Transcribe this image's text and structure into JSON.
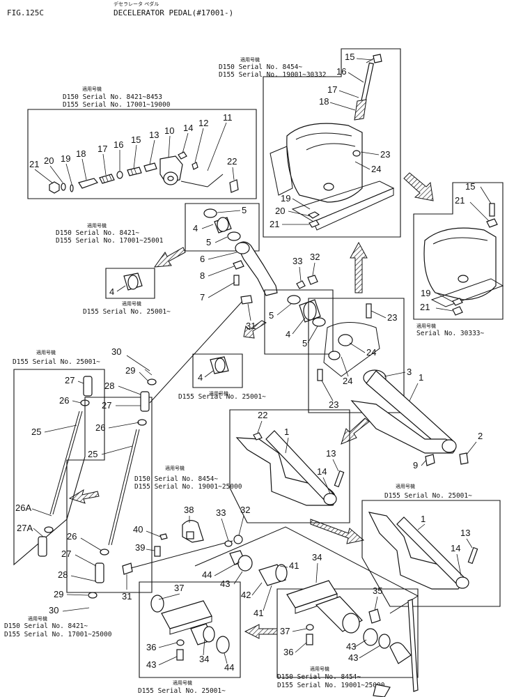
{
  "header": {
    "figure_id": "FIG.125C",
    "title_jp": "デセラレータ ペダル",
    "title": "DECELERATOR PEDAL(#17001-)"
  },
  "notes": {
    "jp_applicable": "適用号機",
    "top_center": [
      "D150  Serial No. 8454~",
      "D155  Serial No. 19001~30332"
    ],
    "top_left": [
      "D150  Serial No. 8421~8453",
      "D155  Serial No. 17001~19000"
    ],
    "mid_left": [
      "D150  Serial No. 8421~",
      "D155  Serial No. 17001~25001"
    ],
    "d155_25001": "D155  Serial No. 25001~",
    "right_upper": "Serial No. 30333~",
    "center_mid": [
      "D150  Serial No. 8454~",
      "D155  Serial No. 19001~25000"
    ],
    "left_lower": [
      "D150  Serial No. 8421~",
      "D155  Serial No. 17001~25000"
    ],
    "bottom_right": [
      "D150  Serial No. 8454~",
      "D155  Serial No. 19001~25000"
    ]
  },
  "callouts": {
    "tl": [
      "21",
      "20",
      "19",
      "18",
      "17",
      "16",
      "15",
      "13",
      "10",
      "14",
      "12",
      "11",
      "22"
    ],
    "tc": [
      "15",
      "16",
      "17",
      "18",
      "23",
      "24",
      "19",
      "20",
      "21"
    ],
    "rt": [
      "15",
      "21",
      "19",
      "21"
    ],
    "mid": [
      "5",
      "4",
      "5",
      "6",
      "8",
      "7",
      "4",
      "33",
      "32",
      "31",
      "5",
      "4",
      "5",
      "23",
      "24",
      "3",
      "24",
      "23",
      "1",
      "4"
    ],
    "left": [
      "30",
      "29",
      "28",
      "27",
      "26",
      "25",
      "27",
      "26",
      "25",
      "26A",
      "27A",
      "26",
      "27",
      "28",
      "29",
      "30",
      "31"
    ],
    "cm": [
      "22",
      "1",
      "13",
      "14",
      "2",
      "9"
    ],
    "rm": [
      "1",
      "13",
      "14"
    ],
    "bot": [
      "38",
      "33",
      "32",
      "40",
      "39",
      "44",
      "43",
      "41",
      "42",
      "41",
      "34",
      "35",
      "43",
      "37",
      "34",
      "36",
      "43",
      "37",
      "36",
      "43",
      "44"
    ]
  }
}
